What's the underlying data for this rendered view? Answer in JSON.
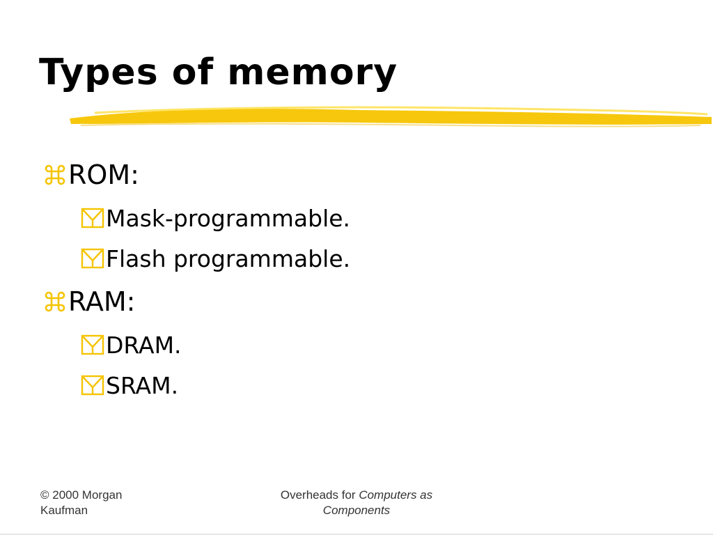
{
  "slide": {
    "title": "Types of memory",
    "colors": {
      "accent": "#f5c400",
      "text": "#000000",
      "footer_text": "#333333"
    },
    "icons": {
      "level1": "command-icon",
      "level2": "checkbox-icon"
    },
    "bullets": [
      {
        "text": "ROM:",
        "children": [
          {
            "text": "Mask-programmable."
          },
          {
            "text": "Flash programmable."
          }
        ]
      },
      {
        "text": "RAM:",
        "children": [
          {
            "text": "DRAM."
          },
          {
            "text": "SRAM."
          }
        ]
      }
    ]
  },
  "footer": {
    "left_line1": "© 2000 Morgan",
    "left_line2": "Kaufman",
    "center_prefix": "Overheads for ",
    "center_title_part1": "Computers as",
    "center_title_part2": "Components"
  }
}
